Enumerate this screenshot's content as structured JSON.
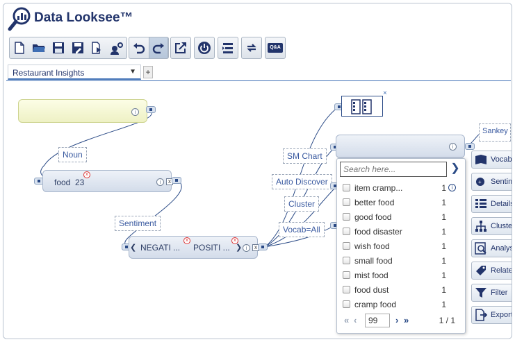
{
  "app": {
    "title": "Data Looksee™"
  },
  "toolbar": {
    "buttons": [
      "new-file-icon",
      "open-folder-icon",
      "save-icon",
      "save-as-icon",
      "export-doc-icon",
      "settings-user-icon",
      "undo-icon",
      "redo-icon",
      "popout-icon",
      "power-icon",
      "list-icon",
      "refresh-icon",
      "qa-icon"
    ],
    "qa_label": "Q&A"
  },
  "tabs": {
    "selected": "Restaurant Insights",
    "add_label": "+"
  },
  "nodes": {
    "food": {
      "label": "food",
      "count": "23"
    },
    "filter_left": "NEGATI ...",
    "filter_right": "POSITI ..."
  },
  "edge_labels": {
    "noun": "Noun",
    "sentiment": "Sentiment",
    "sm_chart": "SM Chart",
    "auto_discover": "Auto Discover",
    "cluster": "Cluster",
    "vocab_all": "Vocab=All",
    "sankey": "Sankey D"
  },
  "vocab_panel": {
    "search_placeholder": "Search here...",
    "items": [
      {
        "label": "item cramp...",
        "count": "1"
      },
      {
        "label": "better food",
        "count": "1"
      },
      {
        "label": "good food",
        "count": "1"
      },
      {
        "label": "food disaster",
        "count": "1"
      },
      {
        "label": "wish food",
        "count": "1"
      },
      {
        "label": "small food",
        "count": "1"
      },
      {
        "label": "mist food",
        "count": "1"
      },
      {
        "label": "food dust",
        "count": "1"
      },
      {
        "label": "cramp food",
        "count": "1"
      }
    ],
    "pager": {
      "page_size": "99",
      "page_info": "1 / 1"
    }
  },
  "side_menu": [
    {
      "label": "Vocabu",
      "icon": "book-icon"
    },
    {
      "label": "Sentime",
      "icon": "sentiment-icon"
    },
    {
      "label": "Details",
      "icon": "details-list-icon"
    },
    {
      "label": "Cluster",
      "icon": "cluster-tree-icon"
    },
    {
      "label": "Analys",
      "icon": "analysis-icon"
    },
    {
      "label": "Related",
      "icon": "tag-icon"
    },
    {
      "label": "Filter",
      "icon": "filter-funnel-icon"
    },
    {
      "label": "Export",
      "icon": "export-icon"
    }
  ],
  "colors": {
    "brand": "#22346b",
    "accent": "#3f6fb5",
    "link": "#3a5aa0"
  }
}
